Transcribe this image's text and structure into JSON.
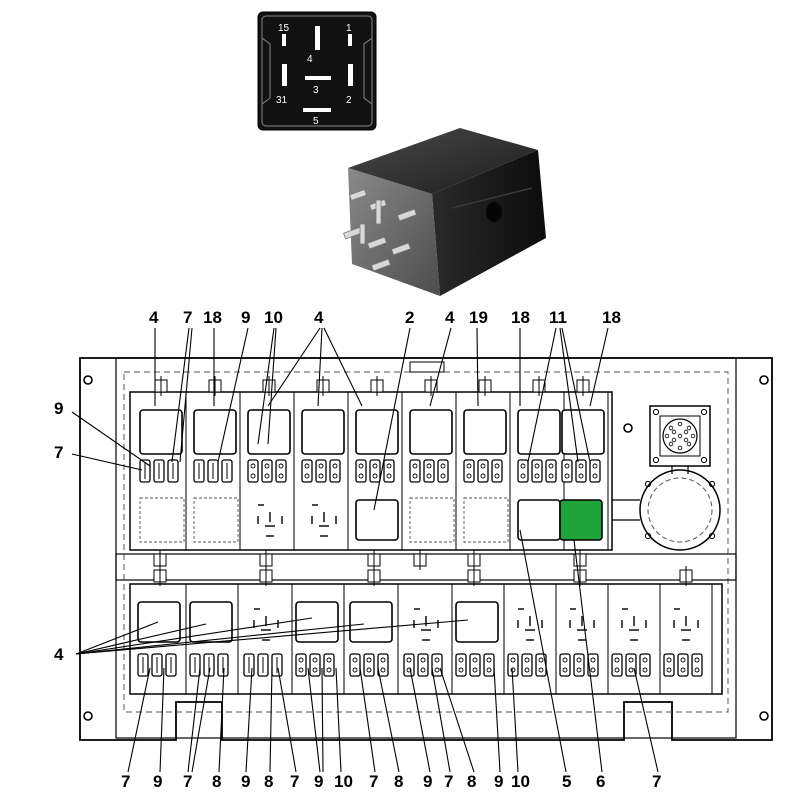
{
  "relay_pinout": {
    "pins": [
      "15",
      "1",
      "4",
      "3",
      "31",
      "2",
      "5"
    ]
  },
  "callouts_top": [
    "4",
    "7",
    "18",
    "9",
    "10",
    "4",
    "2",
    "4",
    "19",
    "18",
    "11",
    "18"
  ],
  "callouts_left": [
    "9",
    "7",
    "4"
  ],
  "callouts_bottom": [
    "7",
    "9",
    "7",
    "8",
    "9",
    "8",
    "7",
    "9",
    "10",
    "7",
    "8",
    "9",
    "7",
    "8",
    "9",
    "10",
    "5",
    "6",
    "7"
  ],
  "colors": {
    "line": "#000000",
    "dashed": "#555555",
    "relay_body": "#1a1a1a",
    "highlight": "#1fa43b"
  }
}
